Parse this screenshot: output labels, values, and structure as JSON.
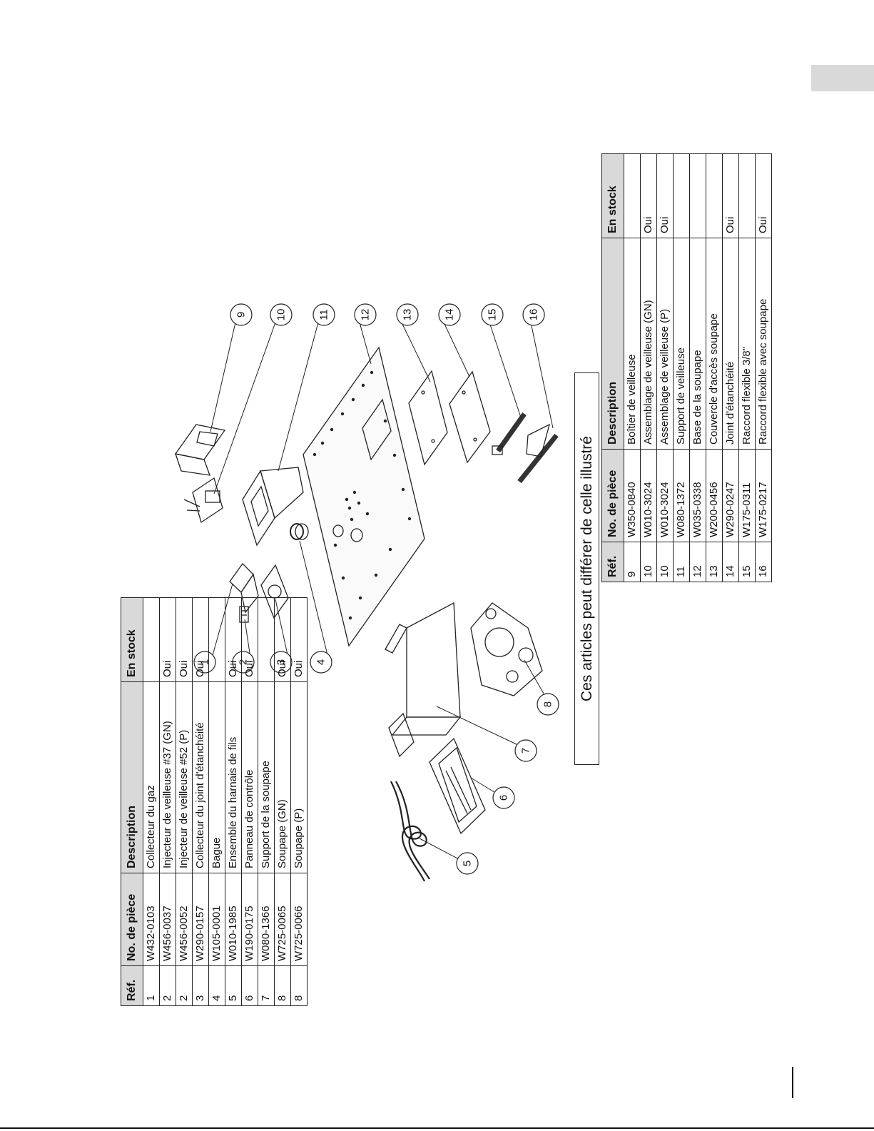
{
  "note": "Ces articles peut différer de celle illustré",
  "table_headers": {
    "ref": "Réf.",
    "part_no": "No. de pièce",
    "description": "Description",
    "in_stock": "En stock"
  },
  "parts_left": [
    {
      "ref": "1",
      "part_no": "W432-0103",
      "description": "Collecteur du gaz",
      "in_stock": ""
    },
    {
      "ref": "2",
      "part_no": "W456-0037",
      "description": "Injecteur de veilleuse #37 (GN)",
      "in_stock": "Oui"
    },
    {
      "ref": "2",
      "part_no": "W456-0052",
      "description": "Injecteur de veilleuse #52 (P)",
      "in_stock": "Oui"
    },
    {
      "ref": "3",
      "part_no": "W290-0157",
      "description": "Collecteur du joint d'étanchéité",
      "in_stock": "Oui"
    },
    {
      "ref": "4",
      "part_no": "W105-0001",
      "description": "Bague",
      "in_stock": ""
    },
    {
      "ref": "5",
      "part_no": "W010-1985",
      "description": "Ensemble du harnais de fils",
      "in_stock": "Oui"
    },
    {
      "ref": "6",
      "part_no": "W190-0175",
      "description": "Panneau de contrôle",
      "in_stock": "Oui"
    },
    {
      "ref": "7",
      "part_no": "W080-1366",
      "description": "Support de la soupape",
      "in_stock": ""
    },
    {
      "ref": "8",
      "part_no": "W725-0065",
      "description": "Soupape (GN)",
      "in_stock": "Oui"
    },
    {
      "ref": "8",
      "part_no": "W725-0066",
      "description": "Soupape (P)",
      "in_stock": "Oui"
    }
  ],
  "parts_right": [
    {
      "ref": "9",
      "part_no": "W350-0840",
      "description": "Boîtier de veilleuse",
      "in_stock": ""
    },
    {
      "ref": "10",
      "part_no": "W010-3024",
      "description": "Assemblage de veilleuse (GN)",
      "in_stock": "Oui"
    },
    {
      "ref": "10",
      "part_no": "W010-3024",
      "description": "Assemblage de veilleuse (P)",
      "in_stock": "Oui"
    },
    {
      "ref": "11",
      "part_no": "W080-1372",
      "description": "Support de veilleuse",
      "in_stock": ""
    },
    {
      "ref": "12",
      "part_no": "W035-0338",
      "description": "Base de la soupape",
      "in_stock": ""
    },
    {
      "ref": "13",
      "part_no": "W200-0456",
      "description": "Couvercle d'accès soupape",
      "in_stock": ""
    },
    {
      "ref": "14",
      "part_no": "W290-0247",
      "description": "Joint d'étanchéité",
      "in_stock": "Oui"
    },
    {
      "ref": "15",
      "part_no": "W175-0311",
      "description": "Raccord flexible 3/8\"",
      "in_stock": ""
    },
    {
      "ref": "16",
      "part_no": "W175-0217",
      "description": "Raccord flexible avec soupape",
      "in_stock": "Oui"
    }
  ],
  "callouts": [
    "1",
    "2",
    "3",
    "4",
    "5",
    "6",
    "7",
    "8",
    "9",
    "10",
    "11",
    "12",
    "13",
    "14",
    "15",
    "16"
  ]
}
